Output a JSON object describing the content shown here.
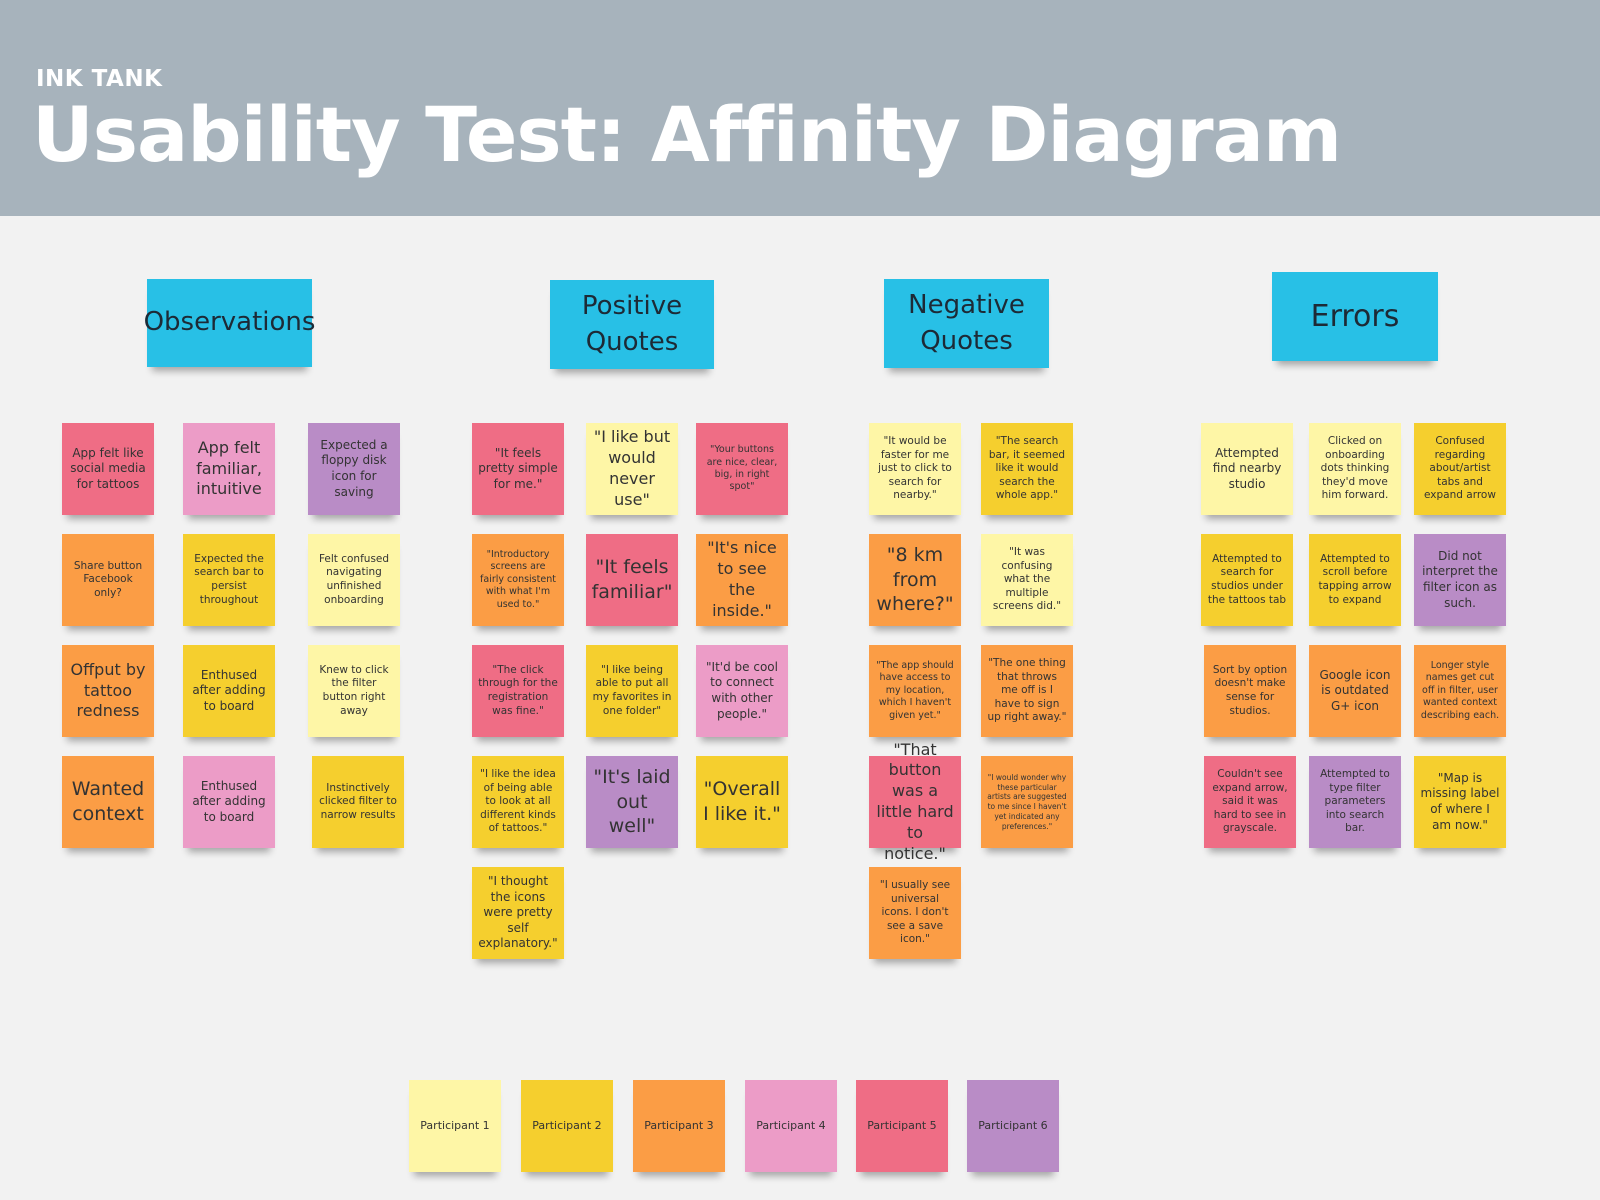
{
  "brand": "INK TANK",
  "title": "Usability Test: Affinity Diagram",
  "colors": {
    "participant_1": "#fef6a6",
    "participant_2": "#f5cf2e",
    "participant_3": "#fb9d45",
    "participant_4": "#ec9cc7",
    "participant_5": "#ef6d85",
    "participant_6": "#b98cc6",
    "header": "#28c0e6",
    "banner": "#a7b3bc"
  },
  "columns": {
    "observations": {
      "label": "Observations",
      "notes": [
        {
          "text": "App felt like social media for tattoos",
          "participant": 5
        },
        {
          "text": "App felt familiar, intuitive",
          "participant": 4
        },
        {
          "text": "Expected a floppy disk icon for saving",
          "participant": 6
        },
        {
          "text": "Share button Facebook only?",
          "participant": 3
        },
        {
          "text": "Expected the search bar to persist throughout",
          "participant": 2
        },
        {
          "text": "Felt confused navigating unfinished onboarding",
          "participant": 1
        },
        {
          "text": "Offput by tattoo redness",
          "participant": 3
        },
        {
          "text": "Enthused after adding to board",
          "participant": 2
        },
        {
          "text": "Knew to click the filter button right away",
          "participant": 1
        },
        {
          "text": "Wanted context",
          "participant": 3
        },
        {
          "text": "Enthused after adding to board",
          "participant": 4
        },
        {
          "text": "Instinctively clicked filter to narrow results",
          "participant": 2
        }
      ]
    },
    "positive_quotes": {
      "label": "Positive Quotes",
      "notes": [
        {
          "text": "\"It feels pretty simple for me.\"",
          "participant": 5
        },
        {
          "text": "\"I like but would never use\"",
          "participant": 1
        },
        {
          "text": "\"Your buttons are nice, clear, big, in right spot\"",
          "participant": 5
        },
        {
          "text": "\"Introductory screens are fairly consistent with what I'm used to.\"",
          "participant": 3
        },
        {
          "text": "\"It feels familiar\"",
          "participant": 5
        },
        {
          "text": "\"It's nice to see the inside.\"",
          "participant": 3
        },
        {
          "text": "\"The click through for the registration was fine.\"",
          "participant": 5
        },
        {
          "text": "\"I like being able to put all my favorites in one folder\"",
          "participant": 2
        },
        {
          "text": "\"It'd be cool to connect with other people.\"",
          "participant": 4
        },
        {
          "text": "\"I like the idea of being able to look at all different kinds of tattoos.\"",
          "participant": 2
        },
        {
          "text": "\"It's laid out well\"",
          "participant": 6
        },
        {
          "text": "\"Overall I like it.\"",
          "participant": 2
        },
        {
          "text": "\"I thought the icons were pretty self explanatory.\"",
          "participant": 2
        }
      ]
    },
    "negative_quotes": {
      "label": "Negative Quotes",
      "notes": [
        {
          "text": "\"It would be faster for me just to click to search for nearby.\"",
          "participant": 1
        },
        {
          "text": "\"The search bar, it seemed like it would search the whole app.\"",
          "participant": 2
        },
        {
          "text": "\"8 km from where?\"",
          "participant": 3
        },
        {
          "text": "\"It was confusing what the multiple screens did.\"",
          "participant": 1
        },
        {
          "text": "\"The app should have access to my location, which I haven't given yet.\"",
          "participant": 3
        },
        {
          "text": "\"The one thing that throws me off is I have to sign up right away.\"",
          "participant": 3
        },
        {
          "text": "\"That button was a little hard to notice.\"",
          "participant": 5
        },
        {
          "text": "\"I would wonder why these particular artists are suggested to me since I haven't yet indicated any preferences.\"",
          "participant": 3
        },
        {
          "text": "\"I usually see universal icons. I don't see a save icon.\"",
          "participant": 3
        }
      ]
    },
    "errors": {
      "label": "Errors",
      "notes": [
        {
          "text": "Attempted find nearby studio",
          "participant": 1
        },
        {
          "text": "Clicked on onboarding dots thinking they'd move him forward.",
          "participant": 1
        },
        {
          "text": "Confused regarding about/artist tabs and expand arrow",
          "participant": 2
        },
        {
          "text": "Attempted to search for studios under the tattoos tab",
          "participant": 2
        },
        {
          "text": "Attempted to scroll before tapping arrow to expand",
          "participant": 2
        },
        {
          "text": "Did not interpret the filter icon as such.",
          "participant": 6
        },
        {
          "text": "Sort by option doesn't make sense for studios.",
          "participant": 3
        },
        {
          "text": "Google icon is outdated G+ icon",
          "participant": 3
        },
        {
          "text": "Longer style names get cut off in filter, user wanted context describing each.",
          "participant": 3
        },
        {
          "text": "Couldn't see expand arrow, said it was hard to see in grayscale.",
          "participant": 5
        },
        {
          "text": "Attempted to type filter parameters into search bar.",
          "participant": 6
        },
        {
          "text": "\"Map is missing label of where I am now.\"",
          "participant": 2
        }
      ]
    }
  },
  "legend": [
    "Participant 1",
    "Participant 2",
    "Participant 3",
    "Participant 4",
    "Participant 5",
    "Participant 6"
  ]
}
